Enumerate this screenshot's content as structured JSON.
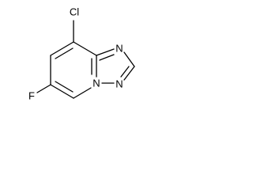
{
  "molecule": {
    "atoms": {
      "cl": "Cl",
      "f": "F",
      "n_top": "N",
      "n_right": "N",
      "n_bridge": "N"
    },
    "bond_color": "#000000",
    "background_color": "#ffffff"
  }
}
